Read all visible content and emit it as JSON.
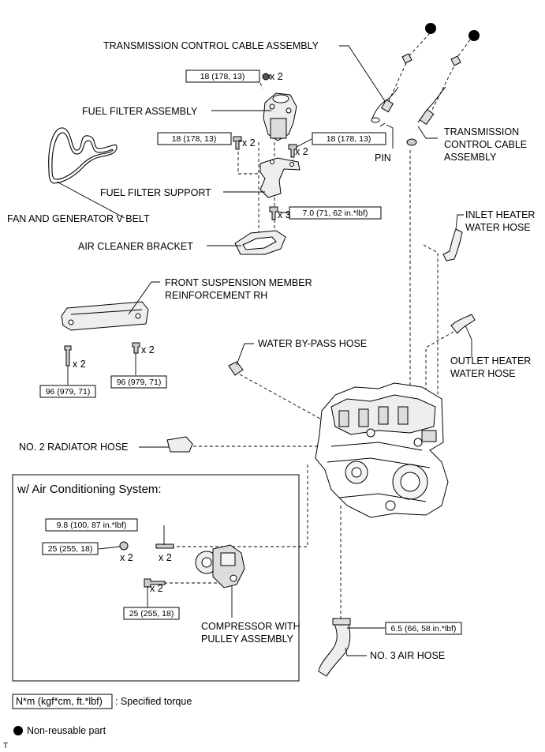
{
  "labels": {
    "tcc_top": "TRANSMISSION CONTROL CABLE ASSEMBLY",
    "tcc_right_1": "TRANSMISSION",
    "tcc_right_2": "CONTROL CABLE",
    "tcc_right_3": "ASSEMBLY",
    "fuel_filter_assy": "FUEL FILTER ASSEMBLY",
    "fuel_filter_support": "FUEL FILTER SUPPORT",
    "fan_belt": "FAN AND GENERATOR V BELT",
    "air_cleaner_bracket": "AIR CLEANER BRACKET",
    "pin": "PIN",
    "inlet_hose_1": "INLET HEATER",
    "inlet_hose_2": "WATER HOSE",
    "front_susp_1": "FRONT SUSPENSION MEMBER",
    "front_susp_2": "REINFORCEMENT RH",
    "water_bypass": "WATER BY-PASS HOSE",
    "outlet_hose_1": "OUTLET HEATER",
    "outlet_hose_2": "WATER HOSE",
    "no2_radiator": "NO. 2 RADIATOR HOSE",
    "compressor_1": "COMPRESSOR WITH",
    "compressor_2": "PULLEY ASSEMBLY",
    "no3_air": "NO. 3 AIR HOSE",
    "ac_title": "w/ Air Conditioning System:"
  },
  "torques": {
    "t_top": "18 (178, 13)",
    "t_left": "18 (178, 13)",
    "t_right": "18 (178, 13)",
    "t_7": "7.0 (71, 62 in.*lbf)",
    "t_96a": "96 (979, 71)",
    "t_96b": "96 (979, 71)",
    "t_98": "9.8 (100, 87 in.*lbf)",
    "t_25a": "25 (255, 18)",
    "t_25b": "25 (255, 18)",
    "t_65": "6.5 (66, 58 in.*lbf)"
  },
  "quantities": {
    "q_top": "x 2",
    "q_left": "x 2",
    "q_right": "x 2",
    "q_7": "x 3",
    "q_96a": "x 2",
    "q_96b": "x 2",
    "q_25a": "x 2",
    "q_98": "x 2",
    "q_25b": "x 2"
  },
  "legend": {
    "unit": "N*m (kgf*cm, ft.*lbf)",
    "unit_desc": ": Specified torque",
    "nonreusable": "Non-reusable part"
  },
  "corner_mark": "T"
}
